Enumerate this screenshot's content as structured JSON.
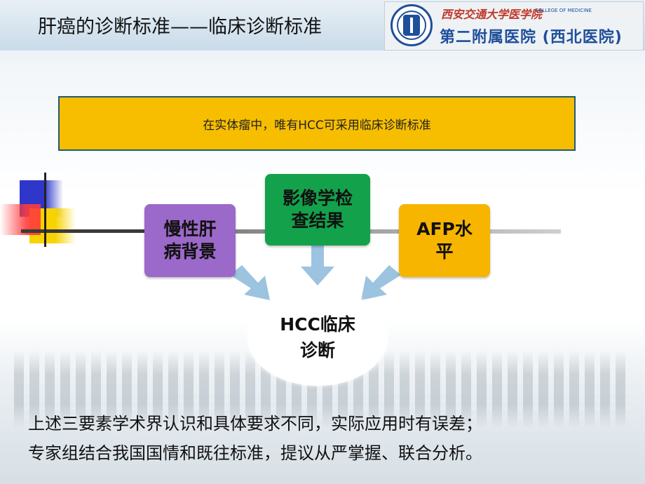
{
  "header": {
    "title": "肝癌的诊断标准——临床诊断标准",
    "university_name": "西安交通大学医学院",
    "university_name_en": "COLLEGE OF MEDICINE",
    "hospital_name": "第二附属医院 (西北医院)"
  },
  "banner": {
    "text": "在实体瘤中，唯有HCC可采用临床诊断标准"
  },
  "diagram": {
    "nodes": [
      {
        "lines": [
          "慢性肝",
          "病背景"
        ],
        "color": "#9b69c9"
      },
      {
        "lines": [
          "影像学检",
          "查结果"
        ],
        "color": "#13a24b"
      },
      {
        "lines": [
          "AFP水",
          "平"
        ],
        "color": "#f7b500"
      }
    ],
    "outcome": {
      "lines": [
        "HCC临床",
        "诊断"
      ]
    }
  },
  "footer": {
    "lines": [
      "上述三要素学术界认识和具体要求不同，实际应用时有误差；",
      "专家组结合我国国情和既往标准，提议从严掌握、联合分析。"
    ]
  },
  "colors": {
    "banner_bg": "#f7be00",
    "banner_border": "#1d5b74",
    "arrow": "#9cc3e0"
  }
}
